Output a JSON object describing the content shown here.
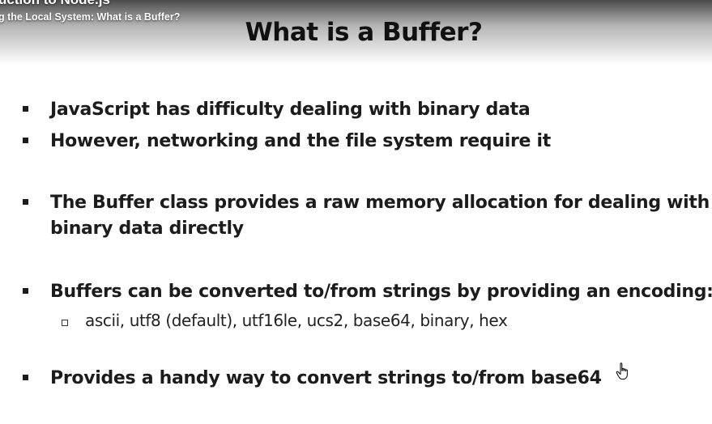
{
  "video": {
    "title": "uction to Node.js",
    "subtitle": "g the Local System: What is a Buffer?"
  },
  "slide": {
    "title": "What is a Buffer?",
    "bullets": [
      "JavaScript has difficulty dealing with binary data",
      "However, networking and the file system require it",
      "The Buffer class provides a raw memory allocation for dealing with",
      "binary data directly",
      "Buffers can be converted to/from strings by providing an encoding:",
      "Provides a handy way to convert strings to/from base64"
    ],
    "sub_bullet": "ascii, utf8 (default), utf16le, ucs2, base64, binary, hex"
  },
  "icons": {
    "cursor": "hand-pointer-icon",
    "bullet": "square-bullet-icon",
    "sub_bullet": "hollow-square-bullet-icon"
  }
}
